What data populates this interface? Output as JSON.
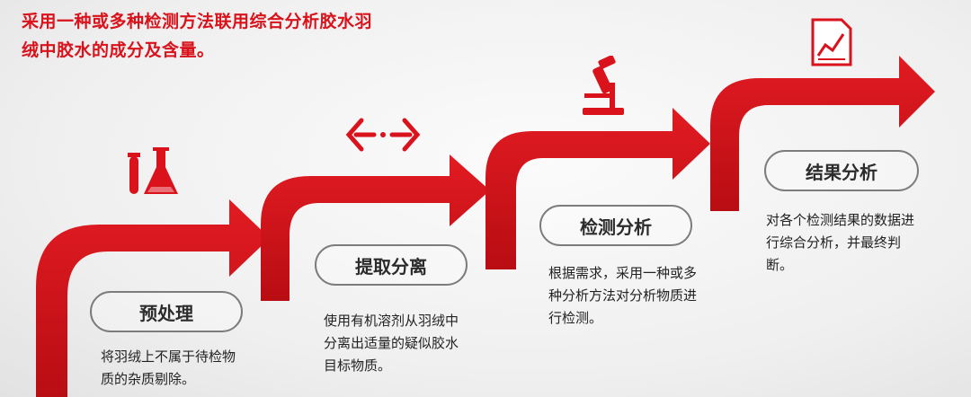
{
  "headline": "采用一种或多种检测方法联用综合分析胶水羽绒中胶水的成分及含量。",
  "colors": {
    "accent": "#d9121b",
    "pill_border": "#7c7c7c",
    "text": "#222222"
  },
  "steps": [
    {
      "title": "预处理",
      "description": "将羽绒上不属于待检物质的杂质剔除。",
      "icon": "lab-flask-icon"
    },
    {
      "title": "提取分离",
      "description": "使用有机溶剂从羽绒中分离出适量的疑似胶水目标物质。",
      "icon": "separation-arrows-icon"
    },
    {
      "title": "检测分析",
      "description": "根据需求，采用一种或多种分析方法对分析物质进行检测。",
      "icon": "microscope-icon"
    },
    {
      "title": "结果分析",
      "description": "对各个检测结果的数据进行综合分析，并最终判断。",
      "icon": "report-chart-icon"
    }
  ]
}
